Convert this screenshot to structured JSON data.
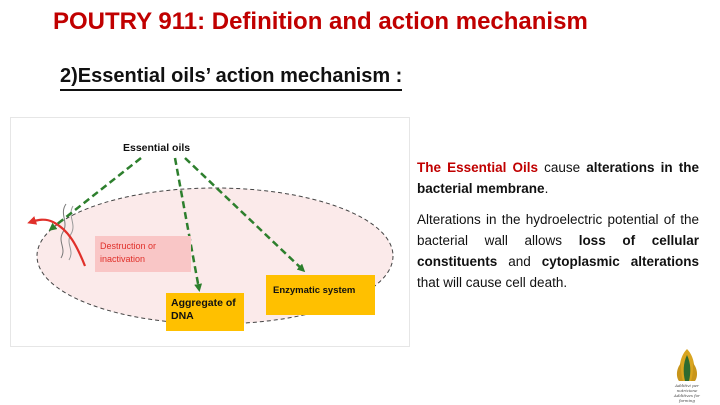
{
  "slide": {
    "title": "POUTRY 911: Definition and action mechanism",
    "section_heading": "2)Essential oils’ action mechanism :"
  },
  "diagram": {
    "source_label": "Essential oils",
    "destruction_label": "Destruction or inactivation",
    "enzymatic_label": "Enzymatic system",
    "aggregate_label": "Aggregate of DNA",
    "colors": {
      "cell_fill": "#fbeaea",
      "arrow_green": "#2d7f2d",
      "red_arrow": "#e0302a",
      "box_yellow": "#ffc000",
      "box_pink": "#f9c6c6"
    }
  },
  "text": {
    "p1_highlight": "The Essential Oils",
    "p1_mid": " cause ",
    "p1_bold": "alterations in the bacterial membrane",
    "p1_end": ".",
    "p2_start": "Alterations in the hydroelectric potential of the bacterial wall allows ",
    "p2_bold1": "loss of cellular constituents",
    "p2_mid": " and ",
    "p2_bold2": "cytoplasmic alterations",
    "p2_end": " that will cause cell death."
  },
  "logo": {
    "line1": "Additivi per nutrizione",
    "line2": "Additives for farming",
    "icon": "plant-leaves-icon"
  }
}
